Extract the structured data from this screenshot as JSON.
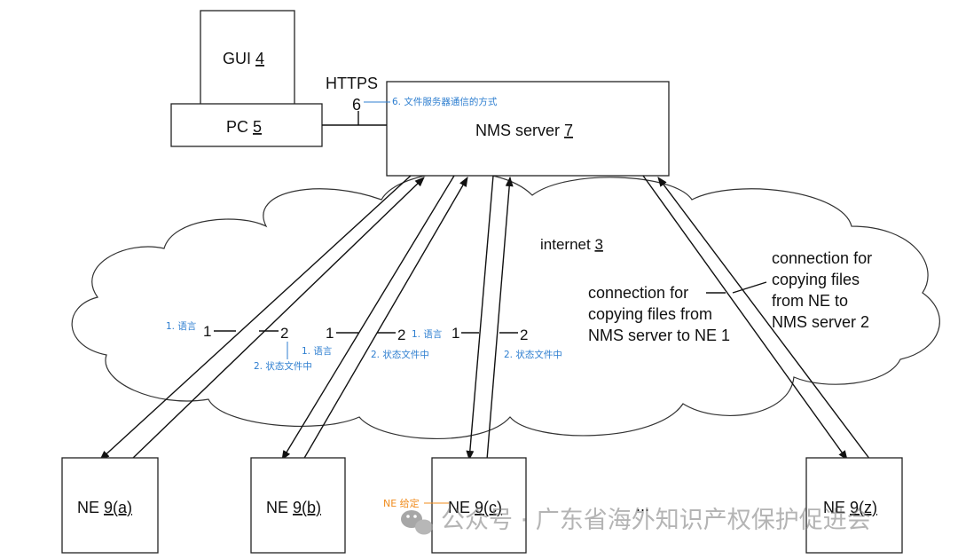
{
  "gui": {
    "text": "GUI ",
    "num": "4"
  },
  "pc": {
    "text": "PC ",
    "num": "5"
  },
  "https_label": "HTTPS",
  "https_num": "6",
  "https_note": "6. 文件服务器通信的方式",
  "nms": {
    "text": "NMS server ",
    "num": "7"
  },
  "internet": {
    "text": "internet ",
    "num": "3"
  },
  "conn_to_ne": [
    "connection for",
    "copying files from",
    "NMS server to NE 1"
  ],
  "conn_to_nms": [
    "connection for",
    "copying files",
    "from NE to",
    "NMS server 2"
  ],
  "marks": {
    "one": "1",
    "two": "2"
  },
  "notes": {
    "lang": "1. 语言",
    "status": "2. 状态文件中"
  },
  "ne_boxes": [
    {
      "text": "NE ",
      "id": "9(a)"
    },
    {
      "text": "NE ",
      "id": "9(b)"
    },
    {
      "text": "NE ",
      "id": "9(c)"
    },
    {
      "text": "NE ",
      "id": "9(z)"
    }
  ],
  "ellipsis": "...",
  "ne_note": "NE 给定",
  "watermark": "公众号 · 广东省海外知识产权保护促进会",
  "colors": {
    "annotation": "#2f7fd0",
    "ne_note": "#f08c1e",
    "watermark": "#7a7a7a"
  }
}
